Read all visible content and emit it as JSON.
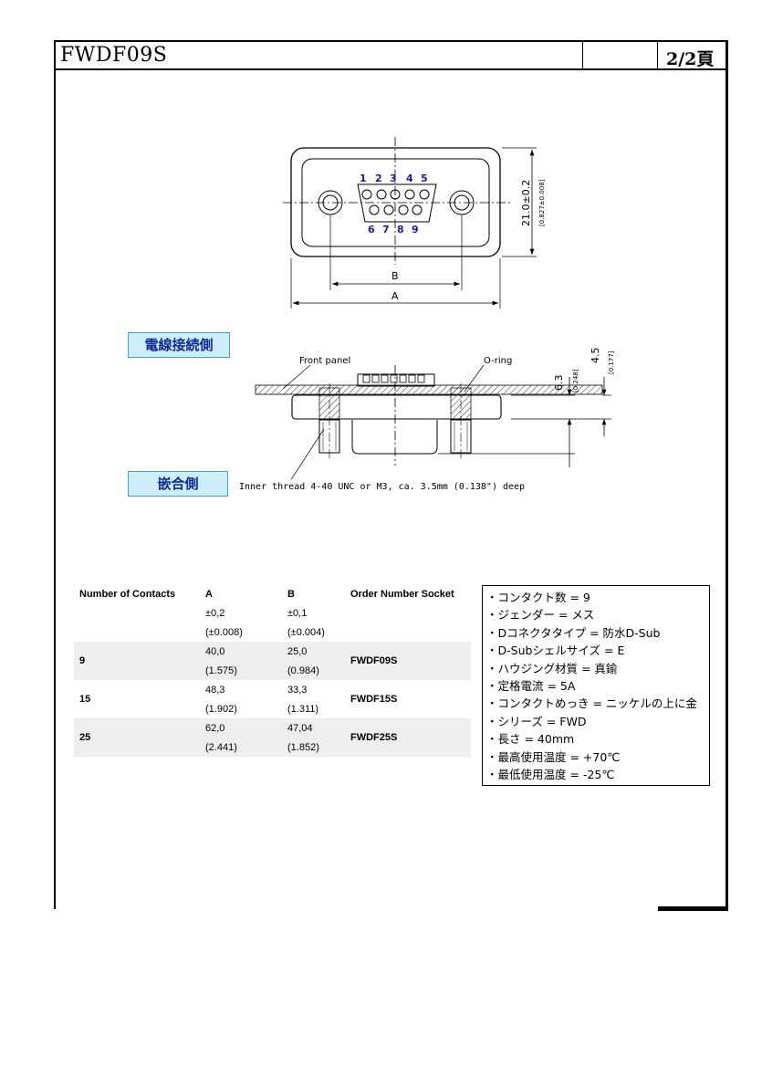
{
  "header": {
    "title": "FWDF09S",
    "page": "2/2頁"
  },
  "drawing": {
    "pins_top": [
      "1",
      "2",
      "3",
      "4",
      "5"
    ],
    "pins_bottom": [
      "6",
      "7",
      "8",
      "9"
    ],
    "dim_a": "A",
    "dim_b": "B",
    "dim_height": "21.0±0.2",
    "dim_height_in": "[0.827±0.008]",
    "front_panel": "Front panel",
    "o_ring": "O-ring",
    "dim_63": "6.3",
    "dim_63_in": "[0.248]",
    "dim_45": "4.5",
    "dim_45_in": "[0.177]",
    "label_wire_side": "電線接続側",
    "label_mating_side": "嵌合側",
    "inner_thread": "Inner thread 4-40 UNC or M3, ca. 3.5mm (0.138\") deep"
  },
  "table": {
    "headers": [
      "Number of Contacts",
      "A",
      "B",
      "Order Number Socket"
    ],
    "tolerance_rows": [
      [
        "",
        "±0,2",
        "±0,1",
        ""
      ],
      [
        "",
        "(±0.008)",
        "(±0.004)",
        ""
      ]
    ],
    "rows": [
      {
        "contacts": "9",
        "a": "40,0",
        "a_in": "(1.575)",
        "b": "25,0",
        "b_in": "(0.984)",
        "order": "FWDF09S"
      },
      {
        "contacts": "15",
        "a": "48,3",
        "a_in": "(1.902)",
        "b": "33,3",
        "b_in": "(1.311)",
        "order": "FWDF15S"
      },
      {
        "contacts": "25",
        "a": "62,0",
        "a_in": "(2.441)",
        "b": "47,04",
        "b_in": "(1.852)",
        "order": "FWDF25S"
      }
    ]
  },
  "features": [
    "・コンタクト数 = 9",
    "・ジェンダー = メス",
    "・Dコネクタタイプ = 防水D-Sub",
    "・D-Subシェルサイズ = E",
    "・ハウジング材質 = 真鍮",
    "・定格電流 = 5A",
    "・コンタクトめっき = ニッケルの上に金",
    "・シリーズ = FWD",
    "・長さ = 40mm",
    "・最高使用温度 = +70℃",
    "・最低使用温度 = -25℃"
  ]
}
